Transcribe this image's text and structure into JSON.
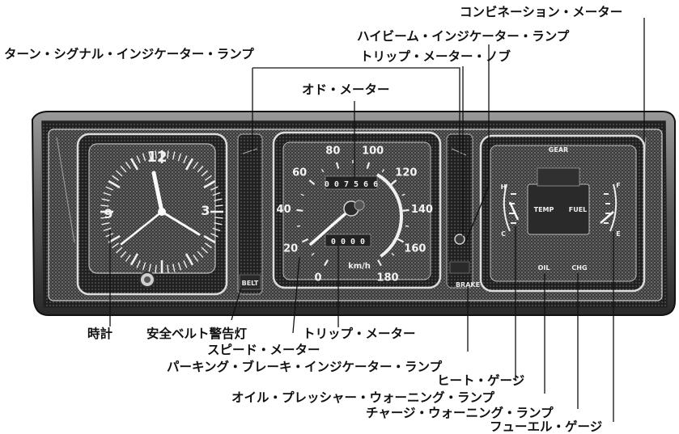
{
  "labels": {
    "combination_meter": "コンビネーション・メーター",
    "high_beam_lamp": "ハイビーム・インジケーター・ランプ",
    "turn_signal_lamp": "ターン・シグナル・インジケーター・ランプ",
    "trip_meter_knob": "トリップ・メーター・ノブ",
    "odometer": "オド・メーター",
    "clock": "時計",
    "seatbelt_lamp": "安全ベルト警告灯",
    "trip_meter": "トリップ・メーター",
    "speedometer": "スピード・メーター",
    "parking_brake_lamp": "パーキング・ブレーキ・インジケーター・ランプ",
    "heat_gauge": "ヒート・ゲージ",
    "oil_pressure_lamp": "オイル・プレッシャー・ウォーニング・ランプ",
    "charge_lamp": "チャージ・ウォーニング・ランプ",
    "fuel_gauge": "フューエル・ゲージ"
  },
  "clock": {
    "numerals": [
      "12",
      "3",
      "9"
    ]
  },
  "speedometer": {
    "scale": [
      "0",
      "20",
      "40",
      "60",
      "80",
      "100",
      "120",
      "140",
      "160",
      "180"
    ],
    "unit": "km/h",
    "odometer_digits": "0 0 7 5 6 6",
    "trip_digits": "0 0 0 0"
  },
  "combination": {
    "gear": "GEAR",
    "temp": "TEMP",
    "fuel": "FUEL",
    "heat_high": "H",
    "heat_low": "C",
    "fuel_full": "F",
    "fuel_empty": "E",
    "oil": "OIL",
    "chg": "CHG"
  },
  "indicators": {
    "belt": "BELT",
    "brake": "BRAKE"
  }
}
